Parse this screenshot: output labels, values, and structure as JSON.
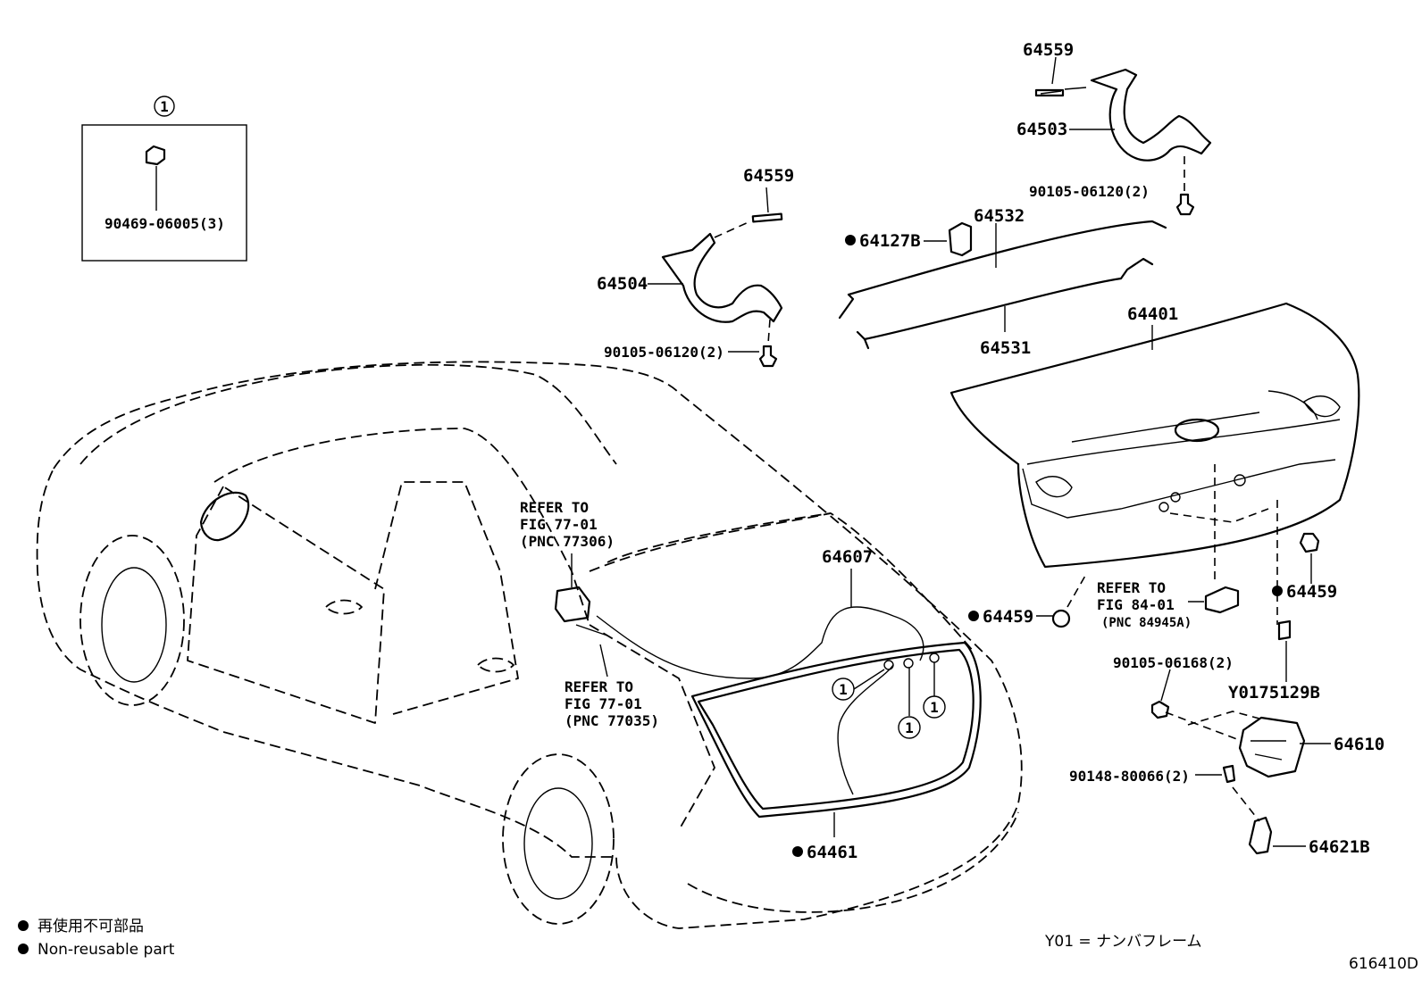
{
  "callout_symbol": "1",
  "inset": {
    "part_no": "90469-06005(3)"
  },
  "parts": {
    "p64559_a": "64559",
    "p64503": "64503",
    "p90105_a": "90105-06120(2)",
    "p64559_b": "64559",
    "p64532": "64532",
    "p64127B": "64127B",
    "p64504": "64504",
    "p64531": "64531",
    "p90105_b": "90105-06120(2)",
    "p64401": "64401",
    "p64607": "64607",
    "p64459_a": "64459",
    "p64459_b": "64459",
    "pY0175129B": "Y0175129B",
    "p90105_c": "90105-06168(2)",
    "p64610": "64610",
    "p90148": "90148-80066(2)",
    "p64621B": "64621B",
    "p64461": "64461"
  },
  "refs": {
    "ref1": [
      "REFER TO",
      "FIG 77-01",
      "(PNC 77306)"
    ],
    "ref2": [
      "REFER TO",
      "FIG 77-01",
      "(PNC 77035)"
    ],
    "ref3": [
      "REFER TO",
      "FIG 84-01",
      "(PNC 84945A)"
    ]
  },
  "legend": {
    "jp": "再使用不可部品",
    "en": "Non-reusable part"
  },
  "footnote": "Y01 = ナンバフレーム",
  "figure_id": "616410D",
  "colors": {
    "line": "#000000",
    "background": "#ffffff"
  }
}
